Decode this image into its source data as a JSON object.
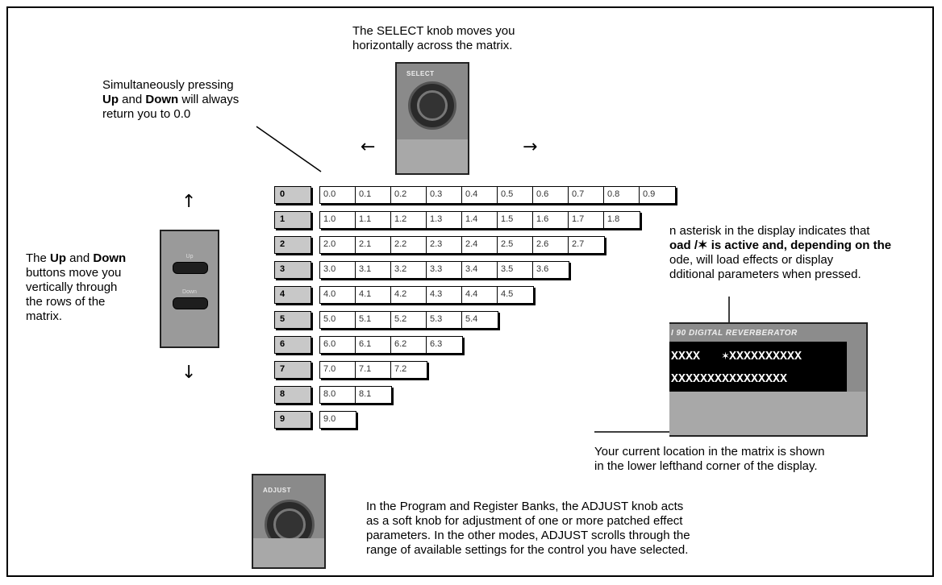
{
  "select_caption": [
    "The SELECT knob moves you",
    "horizontally across the matrix."
  ],
  "select_label": "SELECT",
  "simul_text": {
    "line1": "Simultaneously pressing",
    "up": "Up",
    "and": " and ",
    "down": "Down",
    "will_always": " will always",
    "line3": "return you to 0.0"
  },
  "updown_text": {
    "the": "The ",
    "up": "Up",
    "and": " and ",
    "down": "Down",
    "rest": [
      "buttons move you",
      "vertically through",
      "the rows of the",
      "matrix."
    ]
  },
  "updown_buttons": {
    "up_label": "Up",
    "down_label": "Down"
  },
  "arrows": {
    "left": "←",
    "right": "→",
    "up": "↑",
    "down": "↓"
  },
  "asterisk_text": [
    "n asterisk in the display indicates that",
    "oad /✶ is active and, depending on the",
    "ode, will load effects or display",
    "dditional parameters when pressed."
  ],
  "display": {
    "header": "I 90  DIGITAL REVERBERATOR",
    "line1": "XXXX   ✶XXXXXXXXXX",
    "line2": "XXXXXXXXXXXXXXXX"
  },
  "location_caption": [
    "Your current location in the matrix is shown",
    "in the lower lefthand corner of the display."
  ],
  "adjust_label": "ADJUST",
  "adjust_caption": [
    "In the Program and Register Banks, the ADJUST knob acts",
    "as a soft knob for adjustment of one or more patched effect",
    "parameters. In the other modes, ADJUST scrolls through the",
    "range of available settings for the control you have selected."
  ],
  "matrix": [
    {
      "key": "0",
      "cells": [
        "0.0",
        "0.1",
        "0.2",
        "0.3",
        "0.4",
        "0.5",
        "0.6",
        "0.7",
        "0.8",
        "0.9"
      ]
    },
    {
      "key": "1",
      "cells": [
        "1.0",
        "1.1",
        "1.2",
        "1.3",
        "1.4",
        "1.5",
        "1.6",
        "1.7",
        "1.8"
      ]
    },
    {
      "key": "2",
      "cells": [
        "2.0",
        "2.1",
        "2.2",
        "2.3",
        "2.4",
        "2.5",
        "2.6",
        "2.7"
      ]
    },
    {
      "key": "3",
      "cells": [
        "3.0",
        "3.1",
        "3.2",
        "3.3",
        "3.4",
        "3.5",
        "3.6"
      ]
    },
    {
      "key": "4",
      "cells": [
        "4.0",
        "4.1",
        "4.2",
        "4.3",
        "4.4",
        "4.5"
      ]
    },
    {
      "key": "5",
      "cells": [
        "5.0",
        "5.1",
        "5.2",
        "5.3",
        "5.4"
      ]
    },
    {
      "key": "6",
      "cells": [
        "6.0",
        "6.1",
        "6.2",
        "6.3"
      ]
    },
    {
      "key": "7",
      "cells": [
        "7.0",
        "7.1",
        "7.2"
      ]
    },
    {
      "key": "8",
      "cells": [
        "8.0",
        "8.1"
      ]
    },
    {
      "key": "9",
      "cells": [
        "9.0"
      ]
    }
  ]
}
